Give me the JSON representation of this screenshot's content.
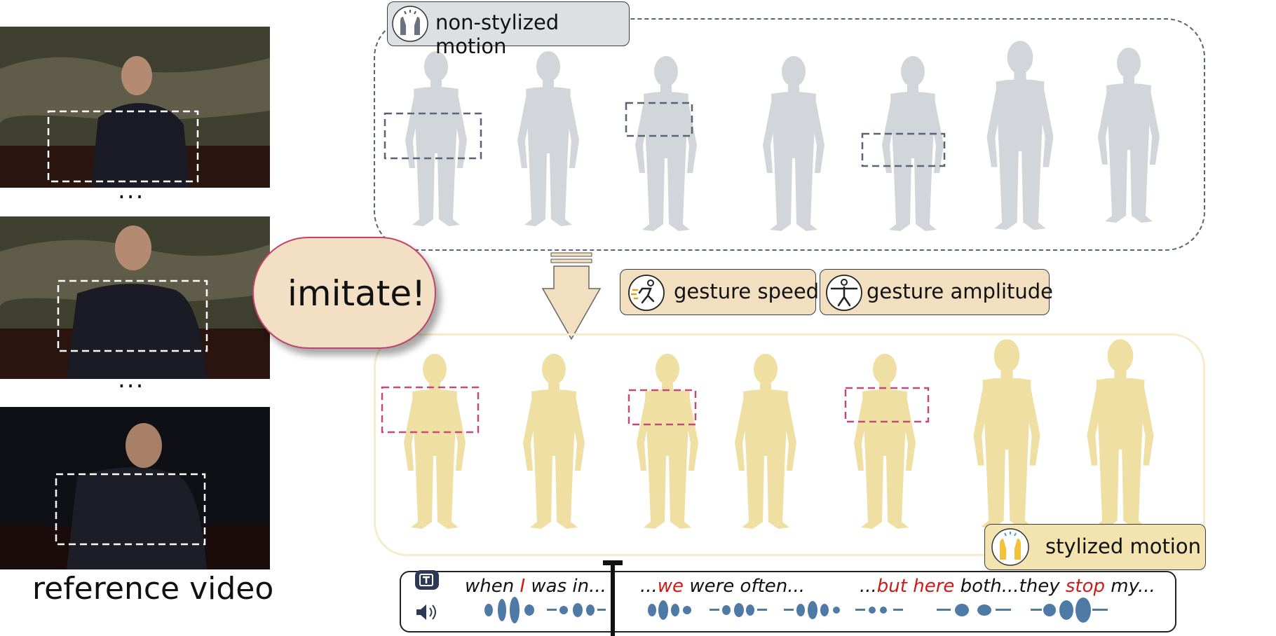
{
  "labels": {
    "non_stylized": "non-stylized motion",
    "stylized": "stylized motion",
    "imitate": "imitate!",
    "gesture_speed": "gesture speed",
    "gesture_amplitude": "gesture amplitude",
    "reference_video": "reference video",
    "ellipsis": "..."
  },
  "transcript": {
    "seg1": {
      "before": "when ",
      "highlight": "I",
      "after": " was in..."
    },
    "seg2": {
      "before": "...",
      "highlight": "we",
      "after": " were often..."
    },
    "seg3": {
      "before": "...",
      "highlight1": "but here",
      "middle": " both...they ",
      "highlight2": "stop",
      "after": " my..."
    }
  },
  "colors": {
    "non_stylized_figure": "#d2d6da",
    "stylized_figure": "#f0dfa2",
    "highlight_text": "#d01919",
    "audio_wave": "#4f7aa6",
    "top_box_dash": "#5b6472",
    "pink_box": "#c04a7a"
  },
  "icons": [
    "hands-raised-icon",
    "running-speed-icon",
    "arms-spread-amplitude-icon",
    "text-icon",
    "speaker-icon"
  ]
}
